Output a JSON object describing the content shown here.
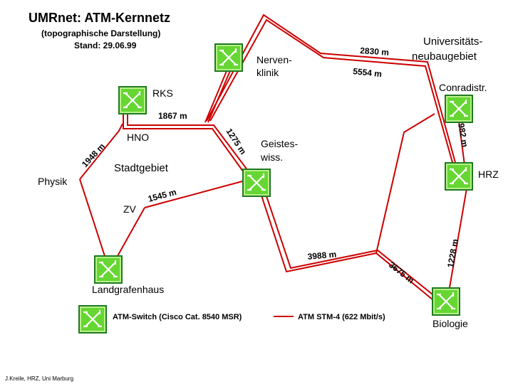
{
  "header": {
    "title": "UMRnet: ATM-Kernnetz",
    "subtitle": "(topographische Darstellung)",
    "date": "Stand: 29.06.99"
  },
  "regions": {
    "university": [
      "Universitäts-",
      "neubaugebiet"
    ],
    "city": "Stadtgebiet"
  },
  "nodes": {
    "rks": "RKS",
    "nervenklinik": [
      "Nerven-",
      "klinik"
    ],
    "geisteswiss": [
      "Geistes-",
      "wiss."
    ],
    "conradistr": "Conradistr.",
    "hrz": "HRZ",
    "hno": "HNO",
    "physik": "Physik",
    "zv": "ZV",
    "landgrafenhaus": "Landgrafenhaus",
    "biologie": "Biologie"
  },
  "links": {
    "rks_hno_geist": "1867 m",
    "hno_geist": "1275 m",
    "physik_rks": "1948 m",
    "zv_geist": "1545 m",
    "nerv_uni_upper": "2830 m",
    "nerv_uni_lower": "5554 m",
    "conradi_hrz": "982 m",
    "hrz_bio": "1228 m",
    "geist_bio": "3988 m",
    "loop_bio": "3675 m"
  },
  "legend": {
    "switch": "ATM-Switch (Cisco Cat. 8540 MSR)",
    "link": "ATM STM-4 (622 Mbit/s)"
  },
  "footer": "J.Kreile, HRZ, Uni Marburg",
  "colors": {
    "link": "#cc0000",
    "switch_fill": "#66d633",
    "switch_dark": "#1f7a1f",
    "switch_light": "#b8f08a"
  }
}
